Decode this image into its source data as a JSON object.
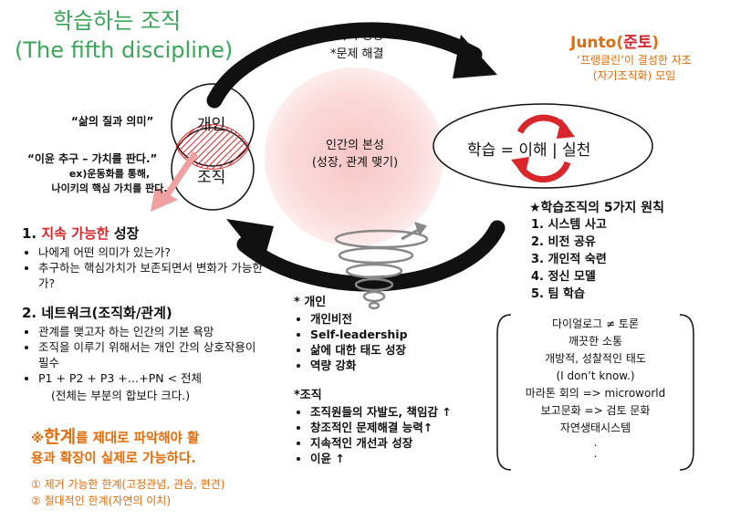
{
  "title": {
    "line1": "학습하는 조직",
    "line2": "(The fifth discipline)"
  },
  "top_arrow": {
    "line1": "*자기 성장",
    "line2": "*문제 해결"
  },
  "junto": {
    "title_prefix": "Junto(",
    "title_korean": "준토",
    "title_suffix": ")",
    "line1": "‘프랭클린’이 결성한 자조",
    "line2": "(자기조직화) 모임"
  },
  "venn": {
    "top_label": "개인",
    "bottom_label": "조직"
  },
  "left_notes": {
    "quality": "“삶의 질과 의미”",
    "profit": "“이윤 추구 – 가치를 판다.”",
    "example1": "ex)운동화를 통해,",
    "example2": "나이키의 핵심 가치를 판다."
  },
  "center_circle": {
    "line1": "인간의 본성",
    "line2": "(성장, 관계 맺기)"
  },
  "learning_ellipse": {
    "text": "학습 = 이해 | 실천"
  },
  "section1": {
    "prefix": "1. ",
    "highlight": "지속 가능한",
    "suffix": " 성장",
    "items": [
      "나에게 어떤 의미가 있는가?",
      "추구하는 핵심가치가 보존되면서 변화가 가능한가?"
    ]
  },
  "section2": {
    "heading": "2. 네트워크(조직화/관계)",
    "items": [
      "관계를 맺고자 하는 인간의 기본 욕망",
      "조직을 이루기 위해서는 개인 간의 상호작용이 필수",
      "P1 + P2 + P3 +…+PN  <  전체"
    ],
    "note": "(전체는 부분의 합보다 크다.)"
  },
  "limits": {
    "mark": "※",
    "word": "한계",
    "rest1": "를 제대로 파악해야 활",
    "line2": "용과 확장이 실제로 가능하다.",
    "item1": "① 제거 가능한 한계(고정관념, 관습, 편견)",
    "item2": "② 절대적인 한계(자연의 이치)"
  },
  "individual": {
    "heading": "* 개인",
    "items": [
      "개인비전",
      "Self-leadership",
      "삶에 대한 태도 성장",
      "역량 강화"
    ]
  },
  "organization": {
    "heading": "*조직",
    "items": [
      "조직원들의 자발도, 책임감 ↑",
      "창조적인 문제해결 능력↑",
      "지속적인 개선과 성장",
      "이윤 ↑"
    ]
  },
  "principles": {
    "heading": "★학습조직의 5가지 원칙",
    "items": [
      "1.   시스템 사고",
      "2.   비전 공유",
      "3.   개인적 숙련",
      "4.   정신 모델",
      "5.   팀 학습"
    ]
  },
  "dialogue": {
    "lines": [
      "다이얼로그 ≠ 토론",
      "깨끗한 소통",
      "개방적, 성찰적인 태도",
      "(I don’t know.)",
      "마라톤 회의 => microworld",
      "보고문화 => 검토 문화",
      "자연생태시스템",
      ".",
      "."
    ]
  },
  "colors": {
    "green": "#3aa657",
    "orange": "#e36c0a",
    "red": "#d9262b",
    "pink": "#f9d4d4",
    "salmon": "#f0a0a0"
  }
}
